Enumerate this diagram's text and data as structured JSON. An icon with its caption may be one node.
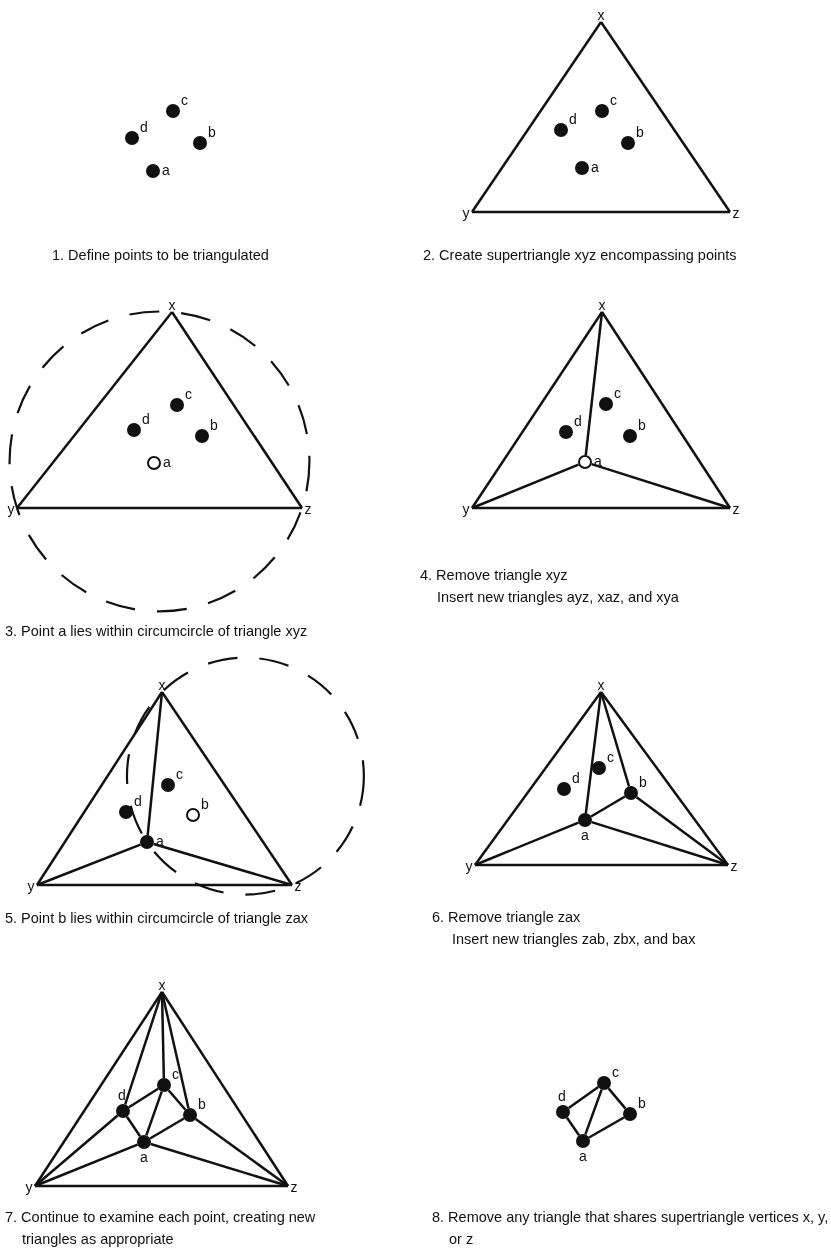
{
  "diagram": {
    "nodes": [
      {
        "text": [],
        "shape": "dot",
        "beside": [
          "c"
        ]
      },
      {
        "text": [],
        "shape": "dot",
        "beside": [
          "d"
        ]
      },
      {
        "text": [],
        "shape": "dot",
        "beside": [
          "b"
        ]
      },
      {
        "text": [],
        "shape": "dot",
        "beside": [
          "a"
        ]
      },
      {
        "text": [
          "x"
        ]
      },
      {
        "text": [],
        "shape": "dot",
        "beside": [
          "c"
        ]
      },
      {
        "text": [],
        "shape": "dot",
        "beside": [
          "d"
        ]
      },
      {
        "text": [],
        "shape": "dot",
        "beside": [
          "b"
        ]
      },
      {
        "text": [],
        "shape": "dot",
        "beside": [
          "a"
        ]
      },
      {
        "text": [
          "y"
        ]
      },
      {
        "text": [
          "z"
        ]
      },
      {
        "text": [
          "x"
        ]
      },
      {
        "text": [],
        "shape": "dot",
        "beside": [
          "c"
        ]
      },
      {
        "text": [],
        "shape": "dot",
        "beside": [
          "d"
        ]
      },
      {
        "text": [],
        "shape": "dot",
        "beside": [
          "b"
        ]
      },
      {
        "text": [],
        "shape": "circle",
        "beside": [
          "a"
        ]
      },
      {
        "text": [
          "y"
        ]
      },
      {
        "text": [
          "z"
        ]
      },
      {
        "text": [
          "x"
        ]
      },
      {
        "text": [],
        "shape": "dot",
        "beside": [
          "c"
        ]
      },
      {
        "text": [],
        "shape": "dot",
        "beside": [
          "d"
        ]
      },
      {
        "text": [],
        "shape": "dot",
        "beside": [
          "b"
        ]
      },
      {
        "text": [],
        "shape": "circle",
        "beside": [
          "a"
        ]
      },
      {
        "text": [
          "y"
        ]
      },
      {
        "text": [
          "z"
        ]
      },
      {
        "text": [
          "x"
        ]
      },
      {
        "text": [],
        "shape": "dot",
        "beside": [
          "c"
        ]
      },
      {
        "text": [],
        "shape": "dot",
        "beside": [
          "d"
        ]
      },
      {
        "text": [],
        "shape": "circle",
        "beside": [
          "b"
        ]
      },
      {
        "text": [],
        "shape": "dot",
        "beside": [
          "a"
        ]
      },
      {
        "text": [
          "y"
        ]
      },
      {
        "text": [
          "z"
        ]
      },
      {
        "text": [
          "x"
        ]
      },
      {
        "text": [],
        "shape": "dot",
        "beside": [
          "c"
        ]
      },
      {
        "text": [],
        "shape": "dot",
        "beside": [
          "d"
        ]
      },
      {
        "text": [],
        "shape": "dot",
        "beside": [
          "b"
        ]
      },
      {
        "text": [],
        "shape": "dot",
        "beside": [
          "a"
        ]
      },
      {
        "text": [
          "y"
        ]
      },
      {
        "text": [
          "z"
        ]
      },
      {
        "text": [
          "x"
        ]
      },
      {
        "text": [],
        "shape": "dot",
        "beside": [
          "c"
        ]
      },
      {
        "text": [],
        "shape": "dot",
        "beside": [
          "d"
        ]
      },
      {
        "text": [],
        "shape": "dot",
        "beside": [
          "b"
        ]
      },
      {
        "text": [],
        "shape": "dot",
        "beside": [
          "a"
        ]
      },
      {
        "text": [
          "y"
        ]
      },
      {
        "text": [
          "z"
        ]
      },
      {
        "text": [],
        "shape": "dot",
        "beside": [
          "c"
        ]
      },
      {
        "text": [],
        "shape": "dot",
        "beside": [
          "d"
        ]
      },
      {
        "text": [],
        "shape": "dot",
        "beside": [
          "b"
        ]
      },
      {
        "text": [],
        "shape": "dot",
        "beside": [
          "a"
        ]
      }
    ],
    "edges": [
      {
        "from": 4,
        "to": 9,
        "arrow": "none"
      },
      {
        "from": 9,
        "to": 10,
        "arrow": "none"
      },
      {
        "from": 10,
        "to": 4,
        "arrow": "none"
      },
      {
        "from": 11,
        "to": 16,
        "arrow": "none"
      },
      {
        "from": 16,
        "to": 17,
        "arrow": "none"
      },
      {
        "from": 17,
        "to": 11,
        "arrow": "none"
      },
      {
        "from": 18,
        "to": 23,
        "arrow": "none"
      },
      {
        "from": 23,
        "to": 24,
        "arrow": "none"
      },
      {
        "from": 24,
        "to": 18,
        "arrow": "none"
      },
      {
        "from": 22,
        "to": 18,
        "arrow": "none"
      },
      {
        "from": 22,
        "to": 23,
        "arrow": "none"
      },
      {
        "from": 22,
        "to": 24,
        "arrow": "none"
      },
      {
        "from": 25,
        "to": 30,
        "arrow": "none"
      },
      {
        "from": 30,
        "to": 31,
        "arrow": "none"
      },
      {
        "from": 31,
        "to": 25,
        "arrow": "none"
      },
      {
        "from": 29,
        "to": 25,
        "arrow": "none"
      },
      {
        "from": 29,
        "to": 30,
        "arrow": "none"
      },
      {
        "from": 29,
        "to": 31,
        "arrow": "none"
      },
      {
        "from": 32,
        "to": 37,
        "arrow": "none"
      },
      {
        "from": 37,
        "to": 38,
        "arrow": "none"
      },
      {
        "from": 38,
        "to": 32,
        "arrow": "none"
      },
      {
        "from": 36,
        "to": 32,
        "arrow": "none"
      },
      {
        "from": 36,
        "to": 37,
        "arrow": "none"
      },
      {
        "from": 36,
        "to": 38,
        "arrow": "none"
      },
      {
        "from": 35,
        "to": 32,
        "arrow": "none"
      },
      {
        "from": 36,
        "to": 35,
        "arrow": "none"
      },
      {
        "from": 35,
        "to": 38,
        "arrow": "none"
      },
      {
        "from": 39,
        "to": 44,
        "arrow": "none"
      },
      {
        "from": 44,
        "to": 45,
        "arrow": "none"
      },
      {
        "from": 45,
        "to": 39,
        "arrow": "none"
      },
      {
        "from": 39,
        "to": 41,
        "arrow": "none"
      },
      {
        "from": 39,
        "to": 40,
        "arrow": "none"
      },
      {
        "from": 39,
        "to": 42,
        "arrow": "none"
      },
      {
        "from": 41,
        "to": 40,
        "arrow": "none"
      },
      {
        "from": 40,
        "to": 42,
        "arrow": "none"
      },
      {
        "from": 41,
        "to": 43,
        "arrow": "none"
      },
      {
        "from": 40,
        "to": 43,
        "arrow": "none"
      },
      {
        "from": 43,
        "to": 42,
        "arrow": "none"
      },
      {
        "from": 44,
        "to": 41,
        "arrow": "none"
      },
      {
        "from": 44,
        "to": 43,
        "arrow": "none"
      },
      {
        "from": 45,
        "to": 43,
        "arrow": "none"
      },
      {
        "from": 45,
        "to": 42,
        "arrow": "none"
      },
      {
        "from": 47,
        "to": 46,
        "arrow": "none"
      },
      {
        "from": 46,
        "to": 48,
        "arrow": "none"
      },
      {
        "from": 48,
        "to": 49,
        "arrow": "none"
      },
      {
        "from": 49,
        "to": 47,
        "arrow": "none"
      },
      {
        "from": 46,
        "to": 49,
        "arrow": "none"
      }
    ],
    "labels": [
      "1. Define points to be triangulated",
      "2. Create supertriangle xyz encompassing points",
      "3. Point a lies within circumcircle of triangle xyz",
      "4. Remove triangle xyz",
      "Insert new triangles ayz, xaz, and xya",
      "5. Point b lies within circumcircle of triangle zax",
      "6. Remove triangle zax",
      "Insert new triangles zab, zbx, and bax",
      "7. Continue to examine each point, creating new triangles as appropriate",
      "8. Remove any triangle that shares supertriangle vertices x, y, or z"
    ]
  }
}
